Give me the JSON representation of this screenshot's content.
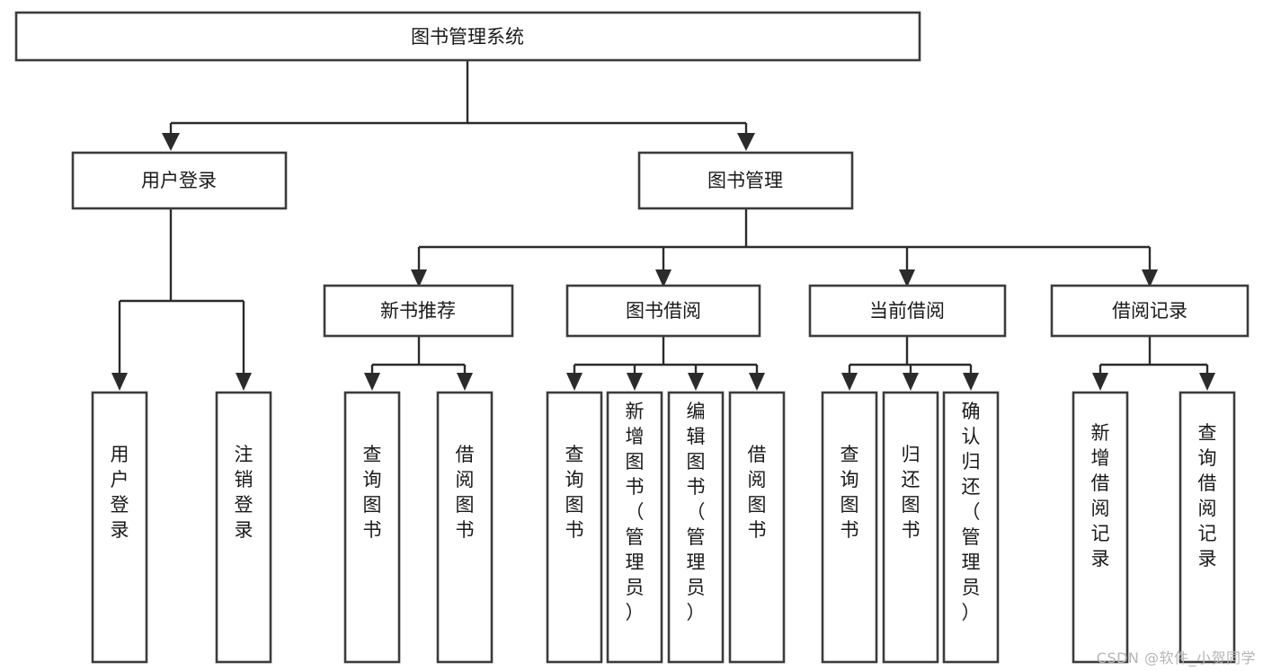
{
  "diagram": {
    "type": "tree-hierarchy",
    "title": "图书管理系统",
    "watermark": "CSDN @软件_小贺同学",
    "colors": {
      "box_fill": "#ffffff",
      "box_stroke": "#3c3c3c",
      "connector": "#2b2b2b",
      "text": "#1a1a1a",
      "watermark": "#b5b5b5",
      "background": "#ffffff"
    },
    "levels": [
      {
        "level": 1,
        "nodes": [
          {
            "id": "root",
            "label": "图书管理系统",
            "orientation": "horizontal"
          }
        ]
      },
      {
        "level": 2,
        "nodes": [
          {
            "id": "user-login",
            "label": "用户登录",
            "orientation": "horizontal",
            "parent": "root"
          },
          {
            "id": "book-manage",
            "label": "图书管理",
            "orientation": "horizontal",
            "parent": "root"
          }
        ]
      },
      {
        "level": 3,
        "nodes": [
          {
            "id": "new-book-rec",
            "label": "新书推荐",
            "orientation": "horizontal",
            "parent": "book-manage"
          },
          {
            "id": "book-borrow",
            "label": "图书借阅",
            "orientation": "horizontal",
            "parent": "book-manage"
          },
          {
            "id": "current-borrow",
            "label": "当前借阅",
            "orientation": "horizontal",
            "parent": "book-manage"
          },
          {
            "id": "borrow-record",
            "label": "借阅记录",
            "orientation": "horizontal",
            "parent": "book-manage"
          }
        ]
      },
      {
        "level": 4,
        "nodes": [
          {
            "id": "leaf-1",
            "label": "用户登录",
            "orientation": "vertical",
            "parent": "user-login"
          },
          {
            "id": "leaf-2",
            "label": "注销登录",
            "orientation": "vertical",
            "parent": "user-login"
          },
          {
            "id": "leaf-3",
            "label": "查询图书",
            "orientation": "vertical",
            "parent": "new-book-rec"
          },
          {
            "id": "leaf-4",
            "label": "借阅图书",
            "orientation": "vertical",
            "parent": "new-book-rec"
          },
          {
            "id": "leaf-5",
            "label": "查询图书",
            "orientation": "vertical",
            "parent": "book-borrow"
          },
          {
            "id": "leaf-6",
            "label": "新增图书（管理员）",
            "orientation": "vertical",
            "parent": "book-borrow"
          },
          {
            "id": "leaf-7",
            "label": "编辑图书（管理员）",
            "orientation": "vertical",
            "parent": "book-borrow"
          },
          {
            "id": "leaf-8",
            "label": "借阅图书",
            "orientation": "vertical",
            "parent": "book-borrow"
          },
          {
            "id": "leaf-9",
            "label": "查询图书",
            "orientation": "vertical",
            "parent": "current-borrow"
          },
          {
            "id": "leaf-10",
            "label": "归还图书",
            "orientation": "vertical",
            "parent": "current-borrow"
          },
          {
            "id": "leaf-11",
            "label": "确认归还（管理员）",
            "orientation": "vertical",
            "parent": "current-borrow"
          },
          {
            "id": "leaf-12",
            "label": "新增借阅记录",
            "orientation": "vertical",
            "parent": "borrow-record"
          },
          {
            "id": "leaf-13",
            "label": "查询借阅记录",
            "orientation": "vertical",
            "parent": "borrow-record"
          }
        ]
      }
    ]
  }
}
